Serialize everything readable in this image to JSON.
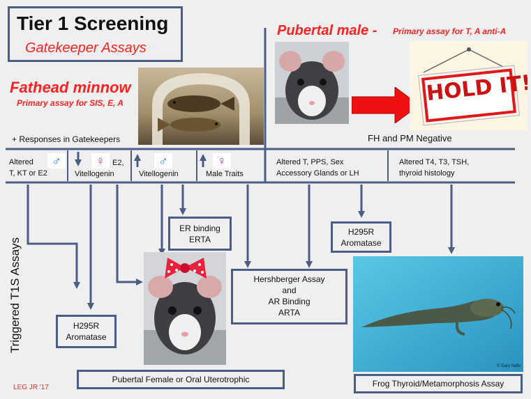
{
  "title": {
    "main": "Tier 1 Screening",
    "sub": "Gatekeeper Assays"
  },
  "fathead": {
    "title": "Fathead minnow",
    "subtitle": "Primary assay for SIS, E, A"
  },
  "pubertal_male": {
    "title": "Pubertal male - ",
    "subtitle": "Primary assay for T, A anti-A"
  },
  "hold_sign": "HOLD IT!",
  "responses_label": "+ Responses in Gatekeepers",
  "fh_pm_negative": "FH and PM Negative",
  "responses": {
    "r1": "Altered\nT, KT or E2",
    "r2_extra": "E2,",
    "r2": "Vitellogenin",
    "r3": "Vitellogenin",
    "r4": "Male Traits",
    "r5": "Altered T, PPS, Sex\nAccessory Glands or LH",
    "r6": "Altered T4, T3, TSH,\nthyroid histology"
  },
  "symbols": {
    "male": "♂",
    "female": "♀"
  },
  "side_label": "Triggered   T1S   Assays",
  "assays": {
    "er_binding": "ER binding\nERTA",
    "h295r_right": "H295R\nAromatase",
    "h295r_left": "H295R\nAromatase",
    "hershberger": "Hershberger Assay\nand\nAR Binding\nARTA",
    "pubertal_female": "Pubertal Female or Oral Uterotrophic",
    "frog": "Frog Thyroid/Metamorphosis Assay"
  },
  "credit": "LEG JR '17",
  "photo_credit": "© Gary Nafis",
  "colors": {
    "border": "#4a5d86",
    "accent": "#ff2222",
    "background": "#efefef"
  }
}
